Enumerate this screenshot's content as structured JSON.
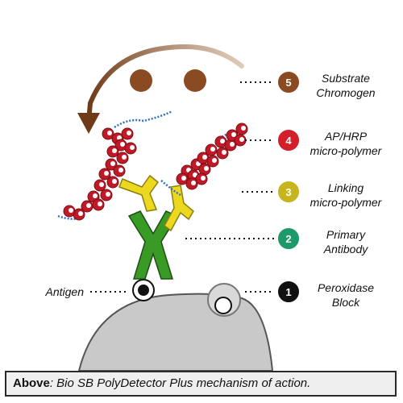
{
  "labels": {
    "substrate": [
      "Substrate",
      "Chromogen"
    ],
    "polymer": [
      "AP/HRP",
      "micro-polymer"
    ],
    "linking": [
      "Linking",
      "micro-polymer"
    ],
    "primary": [
      "Primary",
      "Antibody"
    ],
    "peroxidase": [
      "Peroxidase",
      "Block"
    ],
    "antigen": "Antigen"
  },
  "step_badges": [
    {
      "num": "5",
      "color": "#8b4a22"
    },
    {
      "num": "4",
      "color": "#d31f2a"
    },
    {
      "num": "3",
      "color": "#c6b51c"
    },
    {
      "num": "2",
      "color": "#1e9a6a"
    },
    {
      "num": "1",
      "color": "#111111"
    }
  ],
  "caption": {
    "bold": "Above",
    "rest": ": Bio SB PolyDetector Plus mechanism of action."
  },
  "colors": {
    "cell": "#c9c9c9",
    "primary_antibody": "#3a9a26",
    "linking_antibody": "#ecd81f",
    "polymer_bead": "#c01a28",
    "substrate_bead": "#8a4a22",
    "arrow": "#8a4a22",
    "strand": "#2f6fc0"
  }
}
